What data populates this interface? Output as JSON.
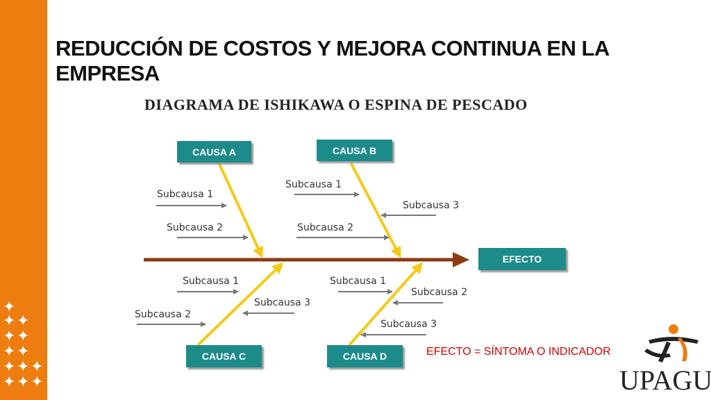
{
  "page": {
    "title": "REDUCCIÓN DE COSTOS Y MEJORA CONTINUA EN LA EMPRESA",
    "diagram_title": "DIAGRAMA DE ISHIKAWA O ESPINA DE PESCADO",
    "note": "EFECTO = SÍNTOMA O INDICADOR"
  },
  "diagram": {
    "effect": "EFECTO",
    "causes": [
      {
        "label": "CAUSA A",
        "subcauses": [
          "Subcausa 1",
          "Subcausa 2"
        ]
      },
      {
        "label": "CAUSA B",
        "subcauses": [
          "Subcausa 1",
          "Subcausa 3",
          "Subcausa 2"
        ]
      },
      {
        "label": "CAUSA C",
        "subcauses": [
          "Subcausa 1",
          "Subcausa 3",
          "Subcausa 2"
        ]
      },
      {
        "label": "CAUSA D",
        "subcauses": [
          "Subcausa 1",
          "Subcausa 2",
          "Subcausa 3"
        ]
      }
    ]
  },
  "logo": {
    "text": "UPAGU"
  },
  "colors": {
    "sidebar": "#ee7d10",
    "box": "#1c8b8a",
    "spine": "#8b3a14",
    "bone": "#f6c915",
    "note": "#d40000"
  }
}
